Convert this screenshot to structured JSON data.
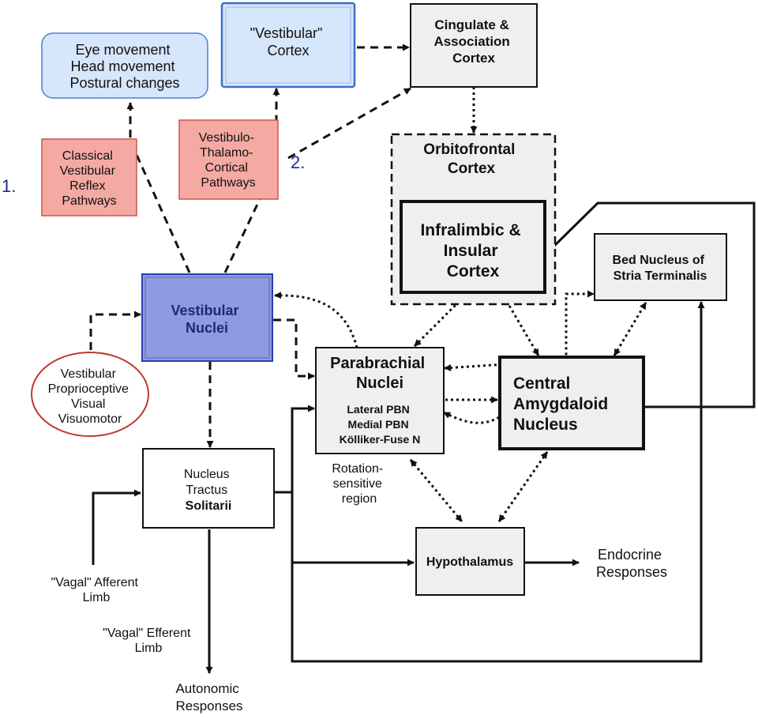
{
  "colors": {
    "line": "#111111",
    "box_gray": "#efefef",
    "box_white": "#ffffff",
    "light_blue": "#d6e6fb",
    "light_blue_border": "#4a7fd0",
    "vestibular_nuclei_fill": "#8f9be0",
    "vestibular_nuclei_text": "#1b2a78",
    "pink_fill": "#f4aaa3",
    "pink_border": "#d0544a",
    "oval_border": "#c0392b",
    "number_color": "#1d2b8f"
  },
  "diagram": {
    "markers": {
      "one": "1.",
      "two": "2."
    },
    "nodes": {
      "eye_movement": [
        "Eye movement",
        "Head movement",
        "Postural changes"
      ],
      "vestibular_cortex": [
        "\"Vestibular\"",
        "Cortex"
      ],
      "cingulate": [
        "Cingulate &",
        "Association",
        "Cortex"
      ],
      "classical_reflex": [
        "Classical",
        "Vestibular",
        "Reflex",
        "Pathways"
      ],
      "thalamo_cortical": [
        "Vestibulo-",
        "Thalamo-",
        "Cortical",
        "Pathways"
      ],
      "orbitofrontal": [
        "Orbitofrontal",
        "Cortex"
      ],
      "infralimbic": [
        "Infralimbic &",
        "Insular",
        "Cortex"
      ],
      "bed_nucleus": [
        "Bed Nucleus of",
        "Stria Terminalis"
      ],
      "vestibular_nuclei": [
        "Vestibular",
        "Nuclei"
      ],
      "inputs": [
        "Vestibular",
        "Proprioceptive",
        "Visual",
        "Visuomotor"
      ],
      "parabrachial_title": [
        "Parabrachial",
        "Nuclei"
      ],
      "parabrachial_sub": [
        "Lateral PBN",
        "Medial PBN",
        "Kölliker-Fuse N"
      ],
      "central_amygdaloid": [
        "Central",
        "Amygdaloid",
        "Nucleus"
      ],
      "nts": [
        "Nucleus",
        "Tractus",
        "Solitarii"
      ],
      "hypothalamus": [
        "Hypothalamus"
      ]
    },
    "annotations": {
      "rotation": [
        "Rotation-",
        "sensitive",
        "region"
      ],
      "endocrine": [
        "Endocrine",
        "Responses"
      ],
      "vagal_afferent": [
        "\"Vagal\" Afferent",
        "Limb"
      ],
      "vagal_efferent": [
        "\"Vagal\" Efferent",
        "Limb"
      ],
      "autonomic": [
        "Autonomic",
        "Responses"
      ]
    }
  }
}
